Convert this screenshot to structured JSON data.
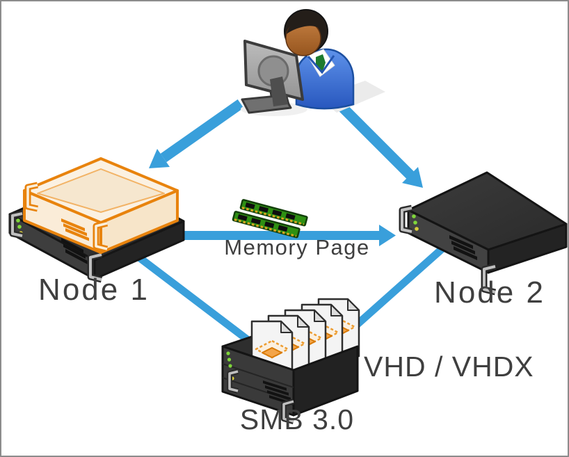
{
  "diagram": {
    "type": "architecture-diagram",
    "labels": {
      "node1": "Node 1",
      "node2": "Node 2",
      "memory_page": "Memory Page",
      "smb": "SMB 3.0",
      "vhd": "VHD / VHDX"
    },
    "nodes": [
      {
        "id": "admin",
        "icon": "admin-user-workstation-icon",
        "label": ""
      },
      {
        "id": "node1",
        "icon": "server-with-vm-box-icon",
        "label": "Node 1"
      },
      {
        "id": "node2",
        "icon": "server-icon",
        "label": "Node 2"
      },
      {
        "id": "smb-share",
        "icon": "file-server-with-documents-icon",
        "label": "SMB 3.0",
        "secondary_label": "VHD / VHDX"
      }
    ],
    "edges": [
      {
        "from": "admin",
        "to": "node1",
        "style": "arrow"
      },
      {
        "from": "admin",
        "to": "node2",
        "style": "arrow"
      },
      {
        "from": "node1",
        "to": "node2",
        "style": "arrow",
        "label": "Memory Page",
        "icon": "ram-modules-icon"
      },
      {
        "from": "node1",
        "to": "smb-share",
        "style": "line"
      },
      {
        "from": "smb-share",
        "to": "node2",
        "style": "line"
      }
    ],
    "colors": {
      "arrow_blue": "#399FDB",
      "accent_orange": "#E8830D",
      "server_dark": "#333333",
      "label_text": "#3F3F3F",
      "led_green": "#7FD63A",
      "led_yellow": "#D8CC3C",
      "ram_green": "#2E9013",
      "background": "#FFFFFF",
      "frame_border": "#8C8C8C"
    }
  }
}
